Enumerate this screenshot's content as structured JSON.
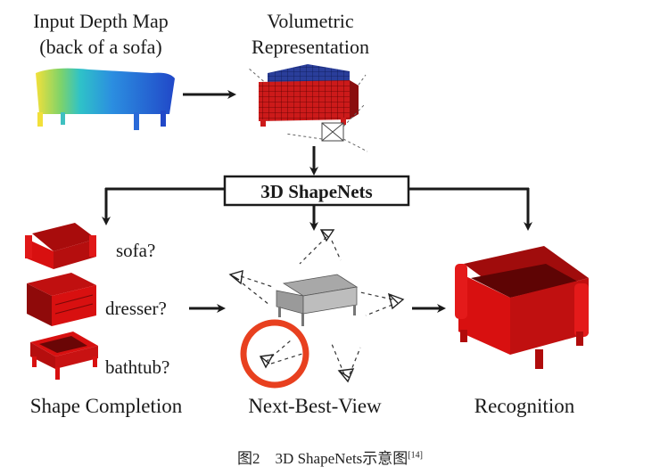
{
  "labels": {
    "input_line1": "Input Depth Map",
    "input_line2": "(back of a sofa)",
    "volumetric_line1": "Volumetric",
    "volumetric_line2": "Representation",
    "shapenets": "3D ShapeNets",
    "sofa_q": "sofa?",
    "dresser_q": "dresser?",
    "bathtub_q": "bathtub?",
    "shape_completion": "Shape Completion",
    "next_best_view": "Next-Best-View",
    "recognition": "Recognition"
  },
  "caption": {
    "text": "图2　3D ShapeNets示意图",
    "ref": "[14]"
  },
  "colors": {
    "furniture_red": "#d81010",
    "voxel_blue": "#2a3e9a",
    "highlight_circle": "#e8401f",
    "gray_sofa": "#8e8e8e",
    "arrow": "#1a1a1a"
  }
}
